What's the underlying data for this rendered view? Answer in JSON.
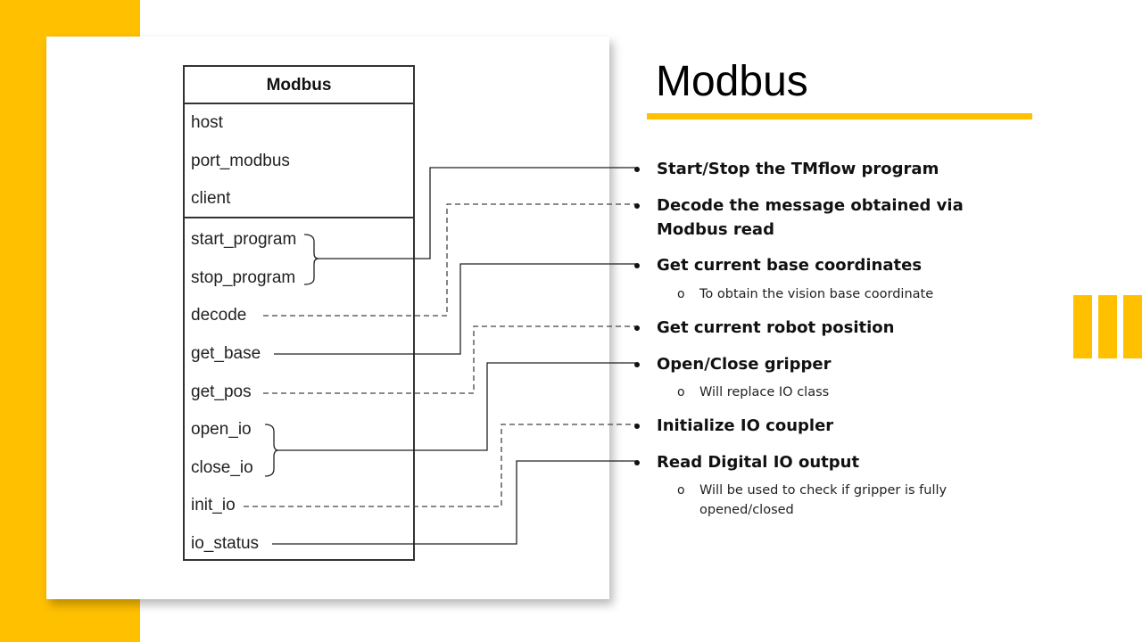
{
  "slide": {
    "title": "Modbus",
    "accent_color": "#FFC000"
  },
  "uml": {
    "class_name": "Modbus",
    "attributes": [
      "host",
      "port_modbus",
      "client"
    ],
    "methods": [
      "start_program",
      "stop_program",
      "decode",
      "get_base",
      "get_pos",
      "open_io",
      "close_io",
      "init_io",
      "io_status"
    ]
  },
  "bullets": [
    {
      "text": "Start/Stop the TMflow program",
      "sub": []
    },
    {
      "text": "Decode the message obtained via Modbus read",
      "sub": []
    },
    {
      "text": "Get current base coordinates",
      "sub": [
        "To obtain the vision base coordinate"
      ]
    },
    {
      "text": "Get current robot position",
      "sub": []
    },
    {
      "text": "Open/Close gripper",
      "sub": [
        "Will replace IO class"
      ]
    },
    {
      "text": "Initialize IO coupler",
      "sub": []
    },
    {
      "text": "Read Digital IO output",
      "sub": [
        "Will be used to check if gripper is fully opened/closed"
      ]
    }
  ],
  "sub_marker": "o"
}
